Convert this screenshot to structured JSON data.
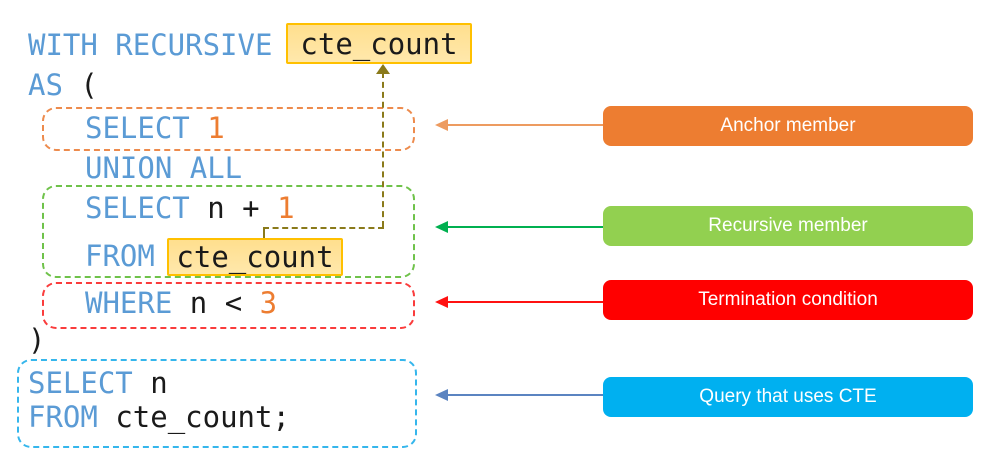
{
  "code": {
    "with_recursive": "WITH RECURSIVE",
    "cte_highlight_top": "cte_count",
    "as_kw": "AS",
    "open_paren": "(",
    "select1_kw": "SELECT",
    "select1_val": "1",
    "union_all": "UNION ALL",
    "select2_kw": "SELECT",
    "select2_expr": "n +",
    "select2_val": "1",
    "from1_kw": "FROM",
    "cte_highlight_inner": "cte_count",
    "where_kw": "WHERE",
    "where_expr": "n <",
    "where_val": "3",
    "close_paren": ")",
    "select3_kw": "SELECT",
    "select3_col": "n",
    "from2_kw": "FROM",
    "from2_table": "cte_count;"
  },
  "labels": {
    "anchor": "Anchor member",
    "recursive": "Recursive member",
    "termination": "Termination condition",
    "query": "Query that uses CTE"
  },
  "colors": {
    "keyword_blue": "#5B9BD5",
    "literal_orange": "#ED7D31",
    "code_black": "#1A1A1A",
    "highlight_fill": "#FFE49B",
    "highlight_border": "#FFC000",
    "anchor_label_fill": "#ED7D31",
    "recursive_label_fill": "#92D050",
    "termination_label_fill": "#FF0000",
    "query_label_fill": "#00B0F0",
    "anchor_region_border": "#ED8B4D",
    "recursive_region_border": "#6FC24A",
    "termination_region_border": "#FA3C3C",
    "query_region_border": "#35B6EC",
    "anchor_arrow": "#ED9B60",
    "recursive_arrow": "#00B050",
    "termination_arrow": "#FF1111",
    "query_arrow": "#5B84C1",
    "cte_connector_olive": "#8A7A1A",
    "background": "#FFFFFF"
  }
}
